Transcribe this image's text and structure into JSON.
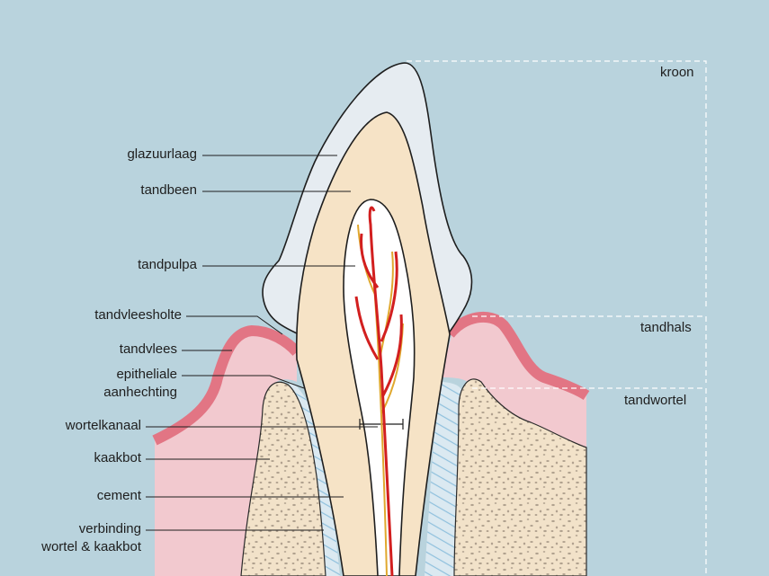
{
  "labels": {
    "glazuurlaag": "glazuurlaag",
    "tandbeen": "tandbeen",
    "tandpulpa": "tandpulpa",
    "tandvleesholte": "tandvleesholte",
    "tandvlees": "tandvlees",
    "epitheliale_1": "epitheliale",
    "epitheliale_2": "aanhechting",
    "wortelkanaal": "wortelkanaal",
    "kaakbot": "kaakbot",
    "cement": "cement",
    "verbinding_1": "verbinding",
    "verbinding_2": "wortel & kaakbot"
  },
  "sections": {
    "kroon": "kroon",
    "tandhals": "tandhals",
    "tandwortel": "tandwortel"
  },
  "colors": {
    "background": "#b9d3dd",
    "enamel": "#e6ecf1",
    "dentin": "#f6e3c6",
    "pulp": "#ffffff",
    "gum": "#f2c9cf",
    "gum_edge": "#e27584",
    "bone": "#f2e2c9",
    "bone_speckle": "#b1a28f",
    "ligament": "#9fcbe3",
    "artery": "#d21f1f",
    "nerve": "#e0a82e"
  }
}
